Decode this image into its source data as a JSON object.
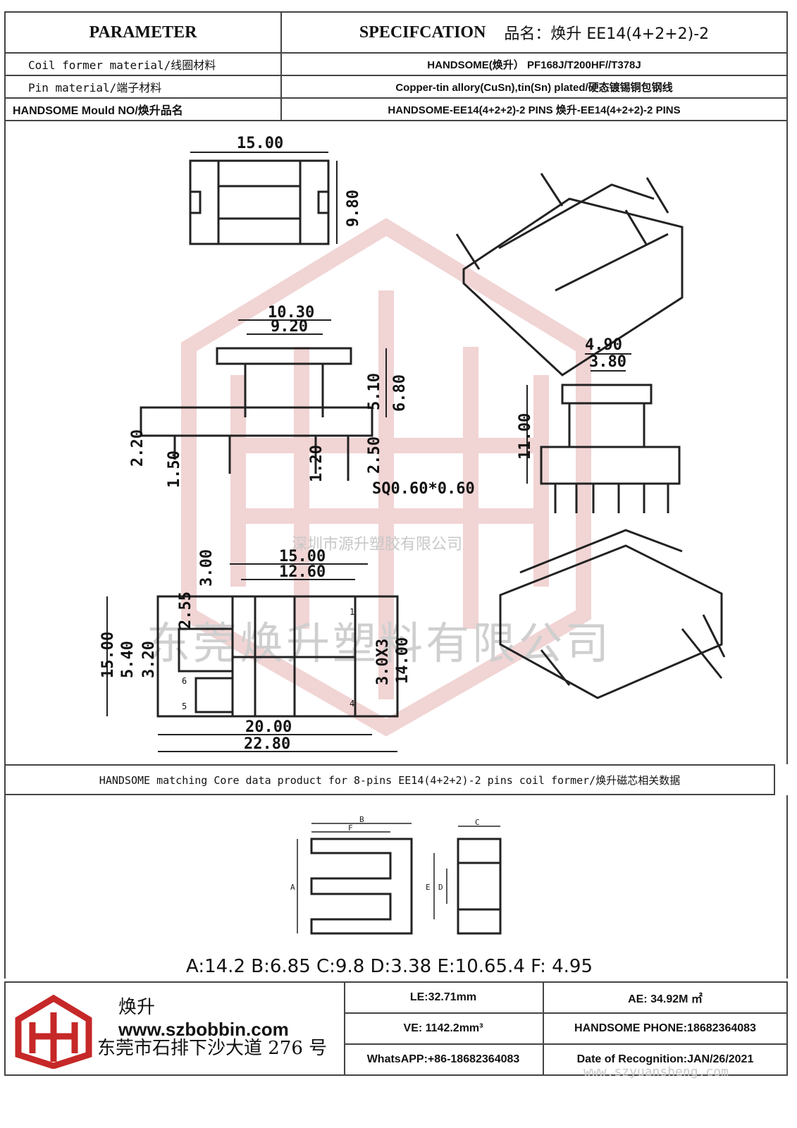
{
  "header": {
    "parameter": "PARAMETER",
    "specification": "SPECIFCATION",
    "product_name": "品名：焕升 EE14(4+2+2)-2"
  },
  "params": [
    {
      "label": "Coil former material/线圈材料",
      "value": "HANDSOME(焕升）   PF168J/T200HF//T378J"
    },
    {
      "label": "Pin material/端子材料",
      "value": "Copper-tin allory(CuSn),tin(Sn) plated/硬态镀锡铜包钢线"
    },
    {
      "label": "HANDSOME Mould NO/焕升品名",
      "value": "HANDSOME-EE14(4+2+2)-2 PINS     焕升-EE14(4+2+2)-2 PINS"
    }
  ],
  "dimensions": {
    "top_width": "15.00",
    "top_height": "9.80",
    "side_outer": "10.30",
    "side_inner": "9.20",
    "side_d1": "5.10",
    "side_d2": "6.80",
    "side_d3": "2.20",
    "side_d4": "1.50",
    "side_d5": "1.20",
    "side_d6": "2.50",
    "pin_sq": "SQ0.60*0.60",
    "end_w1": "4.90",
    "end_w2": "3.80",
    "end_h": "11.00",
    "bot_w1": "15.00",
    "bot_w2": "12.60",
    "bot_h1": "3.00",
    "bot_h2": "2.55",
    "bot_h3": "15.00",
    "bot_h4": "5.40",
    "bot_h5": "3.20",
    "bot_pitch": "3.0X3",
    "bot_h6": "14.00",
    "bot_span1": "20.00",
    "bot_span2": "22.80",
    "pin_nums": [
      "1",
      "4",
      "5",
      "6"
    ]
  },
  "watermarks": {
    "company_small": "深圳市源升塑胶有限公司",
    "company_big": "东莞焕升塑料有限公司",
    "site": "www.szyuansheng.com"
  },
  "caption": "HANDSOME matching Core data  product for 8-pins EE14(4+2+2)-2 pins coil former/焕升磁芯相关数据",
  "core": {
    "labels": [
      "A",
      "B",
      "C",
      "D",
      "E",
      "F"
    ],
    "summary": "A:14.2 B:6.85 C:9.8 D:3.38 E:10.65.4 F: 4.95"
  },
  "footer": {
    "brand_zh": "焕升",
    "brand_url": "www.szbobbin.com",
    "address": "东莞市石排下沙大道 276 号",
    "le": "LE:32.71mm",
    "ae": "AE: 34.92M ㎡",
    "ve": "VE: 1142.2mm³",
    "phone": "HANDSOME PHONE:18682364083",
    "whatsapp": "WhatsAPP:+86-18682364083",
    "date": "Date of Recognition:JAN/26/2021"
  },
  "colors": {
    "logo_red": "#c62828",
    "line": "#222222",
    "watermark": "#e9c3c3"
  }
}
